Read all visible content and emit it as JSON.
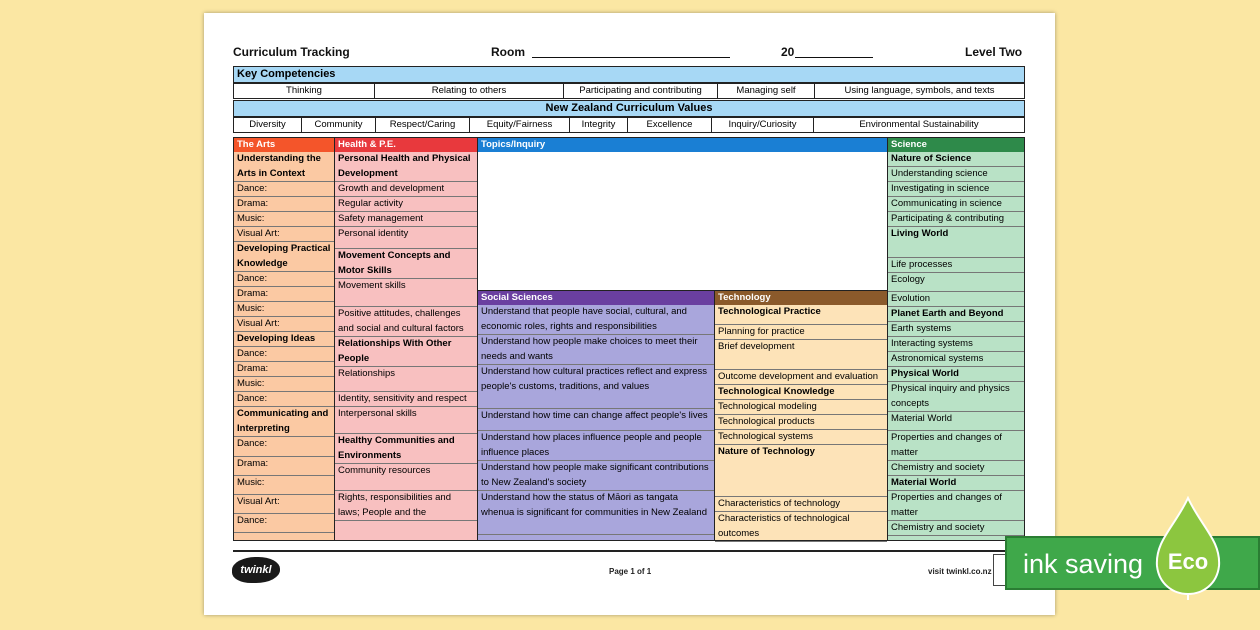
{
  "header": {
    "title": "Curriculum Tracking",
    "room_label": "Room",
    "year_prefix": "20",
    "level": "Level Two"
  },
  "key_competencies": {
    "title": "Key Competencies",
    "items": [
      "Thinking",
      "Relating to others",
      "Participating and contributing",
      "Managing self",
      "Using language, symbols, and texts"
    ]
  },
  "values": {
    "title": "New Zealand Curriculum Values",
    "items": [
      "Diversity",
      "Community",
      "Respect/Caring",
      "Equity/Fairness",
      "Integrity",
      "Excellence",
      "Inquiry/Curiosity",
      "Environmental Sustainability"
    ]
  },
  "arts": {
    "title": "The Arts",
    "color": "#f4552a",
    "rows": [
      {
        "t": "Understanding the Arts in Context",
        "b": true
      },
      {
        "t": "Dance:"
      },
      {
        "t": "Drama:"
      },
      {
        "t": "Music:"
      },
      {
        "t": "Visual Art:"
      },
      {
        "t": "Developing Practical Knowledge",
        "b": true
      },
      {
        "t": "Dance:"
      },
      {
        "t": "Drama:"
      },
      {
        "t": "Music:"
      },
      {
        "t": "Visual Art:"
      },
      {
        "t": "Developing Ideas",
        "b": true
      },
      {
        "t": "Dance:"
      },
      {
        "t": "Drama:"
      },
      {
        "t": "Music:"
      },
      {
        "t": "Dance:"
      },
      {
        "t": "Communicating and Interpreting",
        "b": true
      },
      {
        "t": "Dance:"
      },
      {
        "t": "Drama:"
      },
      {
        "t": "Music:"
      },
      {
        "t": "Visual Art:"
      },
      {
        "t": "Dance:"
      }
    ]
  },
  "health": {
    "title": "Health & P.E.",
    "color": "#e8393d",
    "rows": [
      {
        "t": "Personal Health and Physical Development",
        "b": true
      },
      {
        "t": "Growth and development"
      },
      {
        "t": "Regular activity"
      },
      {
        "t": "Safety management"
      },
      {
        "t": "Personal identity"
      },
      {
        "t": "Movement Concepts and Motor Skills",
        "b": true
      },
      {
        "t": "Movement skills"
      },
      {
        "t": "Positive attitudes, challenges and social and cultural factors"
      },
      {
        "t": "Relationships With Other People",
        "b": true
      },
      {
        "t": "Relationships"
      },
      {
        "t": "Identity, sensitivity and respect"
      },
      {
        "t": "Interpersonal skills"
      },
      {
        "t": "Healthy Communities and Environments",
        "b": true
      },
      {
        "t": "Community resources"
      },
      {
        "t": "Rights, responsibilities and laws; People and the environment"
      }
    ]
  },
  "topics": {
    "title": "Topics/Inquiry",
    "color": "#1a7fd4"
  },
  "social": {
    "title": "Social Sciences",
    "color": "#6a3fa0",
    "rows": [
      "Understand that people have social, cultural, and economic roles, rights and responsibilities",
      "Understand how people make choices to meet their needs and wants",
      "Understand how cultural practices reflect and express people's customs, traditions, and values",
      "Understand how time can change affect people's lives",
      "Understand how places influence people and people influence places",
      "Understand how people make significant contributions to New Zealand's society",
      "Understand how the status of Māori as tangata whenua is significant for communities in New Zealand"
    ]
  },
  "technology": {
    "title": "Technology",
    "color": "#8b5a2b",
    "rows": [
      {
        "t": "Technological Practice",
        "b": true
      },
      {
        "t": "Planning for practice"
      },
      {
        "t": "Brief development"
      },
      {
        "t": "Outcome development and evaluation"
      },
      {
        "t": "Technological Knowledge",
        "b": true
      },
      {
        "t": "Technological modeling"
      },
      {
        "t": "Technological products"
      },
      {
        "t": "Technological systems"
      },
      {
        "t": "Nature of Technology",
        "b": true
      },
      {
        "t": "Characteristics of technology"
      },
      {
        "t": "Characteristics of technological outcomes"
      }
    ]
  },
  "science": {
    "title": "Science",
    "color": "#2e8a4a",
    "rows": [
      {
        "t": "Nature of Science",
        "b": true
      },
      {
        "t": "Understanding science"
      },
      {
        "t": "Investigating in science"
      },
      {
        "t": "Communicating in science"
      },
      {
        "t": "Participating & contributing"
      },
      {
        "t": "Living World",
        "b": true
      },
      {
        "t": "Life processes"
      },
      {
        "t": "Ecology"
      },
      {
        "t": "Evolution"
      },
      {
        "t": "Planet Earth and Beyond",
        "b": true
      },
      {
        "t": "Earth systems"
      },
      {
        "t": "Interacting systems"
      },
      {
        "t": "Astronomical systems"
      },
      {
        "t": "Physical World",
        "b": true
      },
      {
        "t": "Physical inquiry and physics concepts"
      },
      {
        "t": "Material World"
      },
      {
        "t": "Properties and changes of matter"
      },
      {
        "t": "Chemistry and society"
      },
      {
        "t": "Material World",
        "b": true
      },
      {
        "t": "Properties and changes of matter"
      },
      {
        "t": "Chemistry and society"
      }
    ]
  },
  "footer": {
    "logo": "twinkl",
    "page": "Page 1 of 1",
    "site": "visit twinkl.co.nz"
  },
  "badge": {
    "label": "ink saving",
    "eco": "Eco"
  }
}
